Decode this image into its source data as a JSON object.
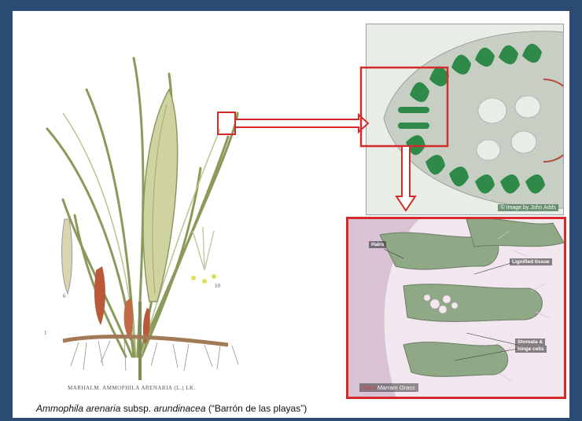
{
  "plate_caption": "MARHALM. AMMOPHILA ARENARIA (L.) LK.",
  "image_credit": "© Image by John Adds",
  "labels": {
    "hairs": "Hairs",
    "lignified": "Lignified tissue",
    "stomata": "Stomata &",
    "hinge": "hinge cells"
  },
  "fig_label": {
    "number": "Fig 2",
    "title": "Marram Grass"
  },
  "caption": {
    "species": "Ammophila arenaria",
    "rank": "subsp.",
    "subspecies": "arundinacea",
    "common": "(“Barrón de las playas”)"
  },
  "colors": {
    "background": "#2b4b73",
    "highlight": "#d62a2a",
    "tissue_green": "#2f8a4a"
  }
}
